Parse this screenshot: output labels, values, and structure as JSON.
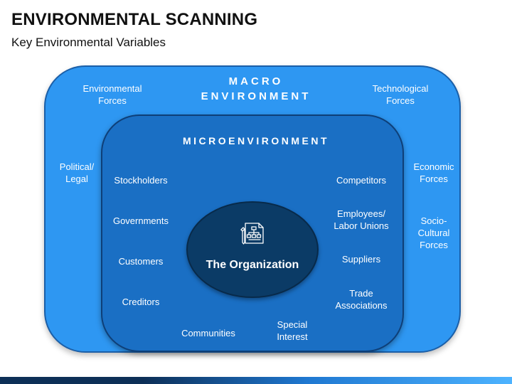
{
  "title": "ENVIRONMENTAL SCANNING",
  "subtitle": "Key Environmental Variables",
  "colors": {
    "macro_fill": "#2e97f2",
    "micro_fill": "#1a6fc4",
    "org_fill": "#0b3b66",
    "text": "#ffffff"
  },
  "macro": {
    "heading": "MACRO\nENVIRONMENT",
    "forces": [
      "Environmental\nForces",
      "Technological\nForces",
      "Political/\nLegal",
      "Economic\nForces",
      "Socio-\nCultural\nForces"
    ]
  },
  "micro": {
    "heading": "MICROENVIRONMENT",
    "items": [
      "Stockholders",
      "Governments",
      "Customers",
      "Creditors",
      "Communities",
      "Special\nInterest",
      "Competitors",
      "Employees/\nLabor Unions",
      "Suppliers",
      "Trade\nAssociations"
    ]
  },
  "organization": {
    "label": "The Organization",
    "icon": "org-chart-document-icon"
  }
}
